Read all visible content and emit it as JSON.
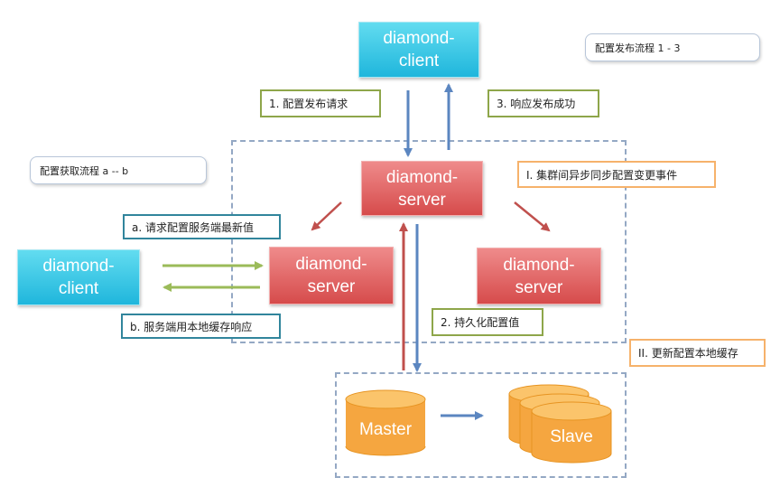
{
  "nodes": {
    "client_top": "diamond-\nclient",
    "client_left": "diamond-\nclient",
    "server_center": "diamond-\nserver",
    "server_mid": "diamond-\nserver",
    "server_right": "diamond-\nserver",
    "db_master": "Master",
    "db_slave": "Slave"
  },
  "labels": {
    "step1": "1. 配置发布请求",
    "step3": "3. 响应发布成功",
    "step2": "2. 持久化配置值",
    "step_a": "a. 请求配置服务端最新值",
    "step_b": "b. 服务端用本地缓存响应",
    "step_I": "I. 集群间异步同步配置变更事件",
    "step_II": "II. 更新配置本地缓存"
  },
  "callouts": {
    "publish_flow": "配置发布流程 1 - 3",
    "fetch_flow": "配置获取流程 a -- b"
  },
  "colors": {
    "client": "#2ec4e4",
    "server": "#e06060",
    "db": "#f5a640",
    "arrow_blue": "#5b86c0",
    "arrow_red": "#c0504d",
    "arrow_green": "#9bbb59"
  }
}
